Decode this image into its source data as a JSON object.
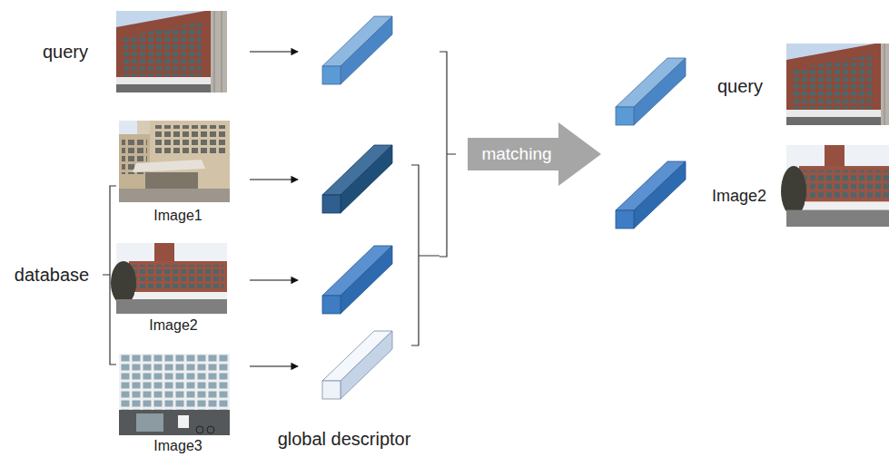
{
  "diagram": {
    "nodes": [
      {
        "text": [
          "matching"
        ]
      }
    ],
    "labels": [
      "query",
      "Image1",
      "database",
      "Image2",
      "Image3",
      "global descriptor",
      "query",
      "Image2"
    ]
  }
}
